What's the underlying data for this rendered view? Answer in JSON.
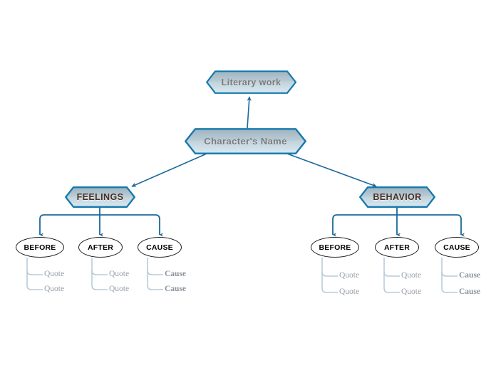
{
  "diagram": {
    "title": "Character analysis mind map",
    "background": "#ffffff",
    "colors": {
      "node_border": "#1579ad",
      "node_fill_top": "#a8bcc6",
      "node_fill_bottom": "#cfe0e9",
      "connector": "#1a699b",
      "leaf_connector": "#b9ccd9",
      "oval_border": "#1d1d1d",
      "label_gray": "#7a7a7a",
      "label_accent": "#4a2f25",
      "leaf_text": "#9aa1a8"
    }
  },
  "nodes": {
    "literary_work": {
      "label": "Literary work"
    },
    "character_name": {
      "label": "Character's Name"
    },
    "feelings": {
      "label": "FEELINGS"
    },
    "behavior": {
      "label": "BEHAVIOR"
    }
  },
  "branches": [
    {
      "id": "feelings",
      "label": "FEELINGS",
      "children": [
        {
          "id": "feelings-before",
          "label": "BEFORE",
          "leaves": [
            "Quote",
            "Quote"
          ]
        },
        {
          "id": "feelings-after",
          "label": "AFTER",
          "leaves": [
            "Quote",
            "Quote"
          ]
        },
        {
          "id": "feelings-cause",
          "label": "CAUSE",
          "leaves": [
            "Cause",
            "Cause"
          ]
        }
      ]
    },
    {
      "id": "behavior",
      "label": "BEHAVIOR",
      "children": [
        {
          "id": "behavior-before",
          "label": "BEFORE",
          "leaves": [
            "Quote",
            "Quote"
          ]
        },
        {
          "id": "behavior-after",
          "label": "AFTER",
          "leaves": [
            "Quote",
            "Quote"
          ]
        },
        {
          "id": "behavior-cause",
          "label": "CAUSE",
          "leaves": [
            "Cause",
            "Cause"
          ]
        }
      ]
    }
  ]
}
